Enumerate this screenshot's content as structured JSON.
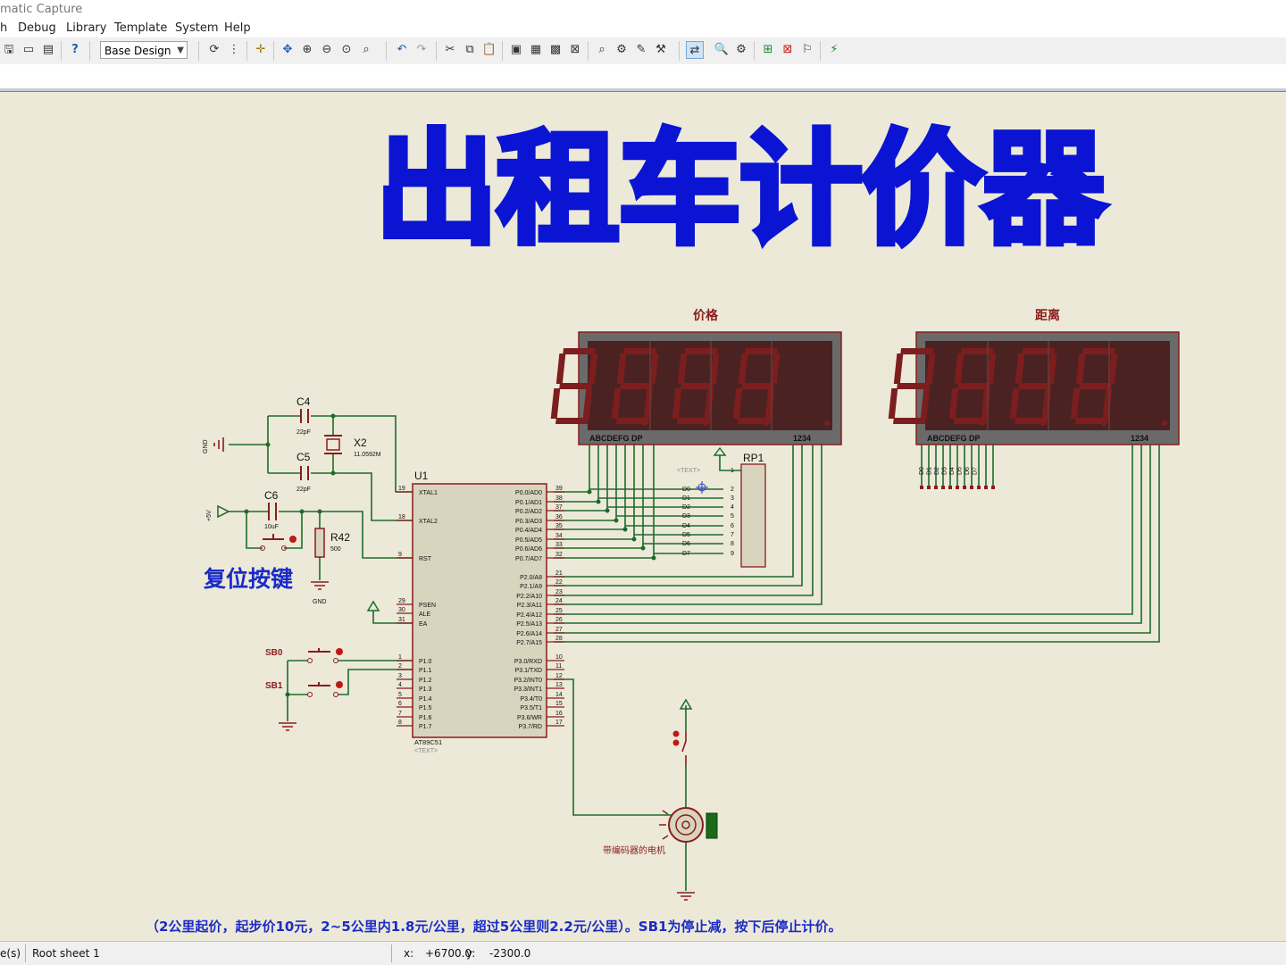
{
  "window": {
    "title": "matic Capture"
  },
  "menu": [
    "h",
    "Debug",
    "Library",
    "Template",
    "System",
    "Help"
  ],
  "toolbar": {
    "design_select": "Base Design",
    "icons": [
      "save-icon",
      "sheet-icon",
      "doc-icon",
      "help-icon",
      "refresh-icon",
      "grid-icon",
      "origin-icon",
      "pan-icon",
      "zoom-in-icon",
      "zoom-out-icon",
      "zoom-all-icon",
      "zoom-area-icon",
      "undo-icon",
      "redo-icon",
      "cut-icon",
      "copy-icon",
      "paste-icon",
      "block-copy-icon",
      "block-move-icon",
      "block-rotate-icon",
      "block-delete-icon",
      "pick-device-icon",
      "make-device-icon",
      "packaging-icon",
      "decompose-icon",
      "wire-autorouter-icon",
      "search-icon",
      "property-icon",
      "new-sheet-icon",
      "remove-sheet-icon",
      "bom-icon",
      "netlist-icon"
    ]
  },
  "schematic": {
    "big_title": "出租车计价器",
    "display_price_label": "价格",
    "display_distance_label": "距离",
    "display_segments_label": "ABCDEFG  DP",
    "display_digits_label": "1234",
    "reset_label": "复位按键",
    "footer_note": "（2公里起价，起步价10元，2~5公里内1.8元/公里，超过5公里则2.2元/公里）。SB1为停止减，按下后停止计价。",
    "motor_label": "带编码器的电机",
    "mcu_ref": "U1",
    "mcu_part": "AT89C51",
    "text_placeholder": "<TEXT>",
    "c4_ref": "C4",
    "c4_val": "22pF",
    "c5_ref": "C5",
    "c5_val": "22pF",
    "c6_ref": "C6",
    "c6_val": "10uF",
    "x2_ref": "X2",
    "x2_val": "11.0592M",
    "r42_ref": "R42",
    "r42_val": "500",
    "rp1_ref": "RP1",
    "sb0": "SB0",
    "sb1": "SB1",
    "gnd": "GND",
    "vcc": "+5V",
    "left_pins": [
      {
        "num": "19",
        "name": "XTAL1"
      },
      {
        "num": "18",
        "name": "XTAL2"
      },
      {
        "num": "9",
        "name": "RST"
      },
      {
        "num": "29",
        "name": "PSEN"
      },
      {
        "num": "30",
        "name": "ALE"
      },
      {
        "num": "31",
        "name": "EA"
      },
      {
        "num": "1",
        "name": "P1.0"
      },
      {
        "num": "2",
        "name": "P1.1"
      },
      {
        "num": "3",
        "name": "P1.2"
      },
      {
        "num": "4",
        "name": "P1.3"
      },
      {
        "num": "5",
        "name": "P1.4"
      },
      {
        "num": "6",
        "name": "P1.5"
      },
      {
        "num": "7",
        "name": "P1.6"
      },
      {
        "num": "8",
        "name": "P1.7"
      }
    ],
    "right_pins": [
      {
        "num": "39",
        "name": "P0.0/AD0"
      },
      {
        "num": "38",
        "name": "P0.1/AD1"
      },
      {
        "num": "37",
        "name": "P0.2/AD2"
      },
      {
        "num": "36",
        "name": "P0.3/AD3"
      },
      {
        "num": "35",
        "name": "P0.4/AD4"
      },
      {
        "num": "34",
        "name": "P0.5/AD5"
      },
      {
        "num": "33",
        "name": "P0.6/AD6"
      },
      {
        "num": "32",
        "name": "P0.7/AD7"
      },
      {
        "num": "21",
        "name": "P2.0/A8"
      },
      {
        "num": "22",
        "name": "P2.1/A9"
      },
      {
        "num": "23",
        "name": "P2.2/A10"
      },
      {
        "num": "24",
        "name": "P2.3/A11"
      },
      {
        "num": "25",
        "name": "P2.4/A12"
      },
      {
        "num": "26",
        "name": "P2.5/A13"
      },
      {
        "num": "27",
        "name": "P2.6/A14"
      },
      {
        "num": "28",
        "name": "P2.7/A15"
      },
      {
        "num": "10",
        "name": "P3.0/RXD"
      },
      {
        "num": "11",
        "name": "P3.1/TXD"
      },
      {
        "num": "12",
        "name": "P3.2/INT0"
      },
      {
        "num": "13",
        "name": "P3.3/INT1"
      },
      {
        "num": "14",
        "name": "P3.4/T0"
      },
      {
        "num": "15",
        "name": "P3.5/T1"
      },
      {
        "num": "16",
        "name": "P3.6/WR"
      },
      {
        "num": "17",
        "name": "P3.7/RD"
      }
    ],
    "d_labels": [
      "D0",
      "D1",
      "D2",
      "D3",
      "D4",
      "D5",
      "D6",
      "D7"
    ],
    "rp_pins": [
      "1",
      "2",
      "3",
      "4",
      "5",
      "6",
      "7",
      "8",
      "9"
    ]
  },
  "status": {
    "left": "e(s)",
    "sheet": "Root sheet 1",
    "x_label": "x:",
    "x_value": "+6700.0",
    "y_label": "y:",
    "y_value": "-2300.0"
  },
  "colors": {
    "wire": "#1e6b2a",
    "component": "#8a1c1c",
    "title": "#0a14d2",
    "canvas": "#ece9d8"
  }
}
